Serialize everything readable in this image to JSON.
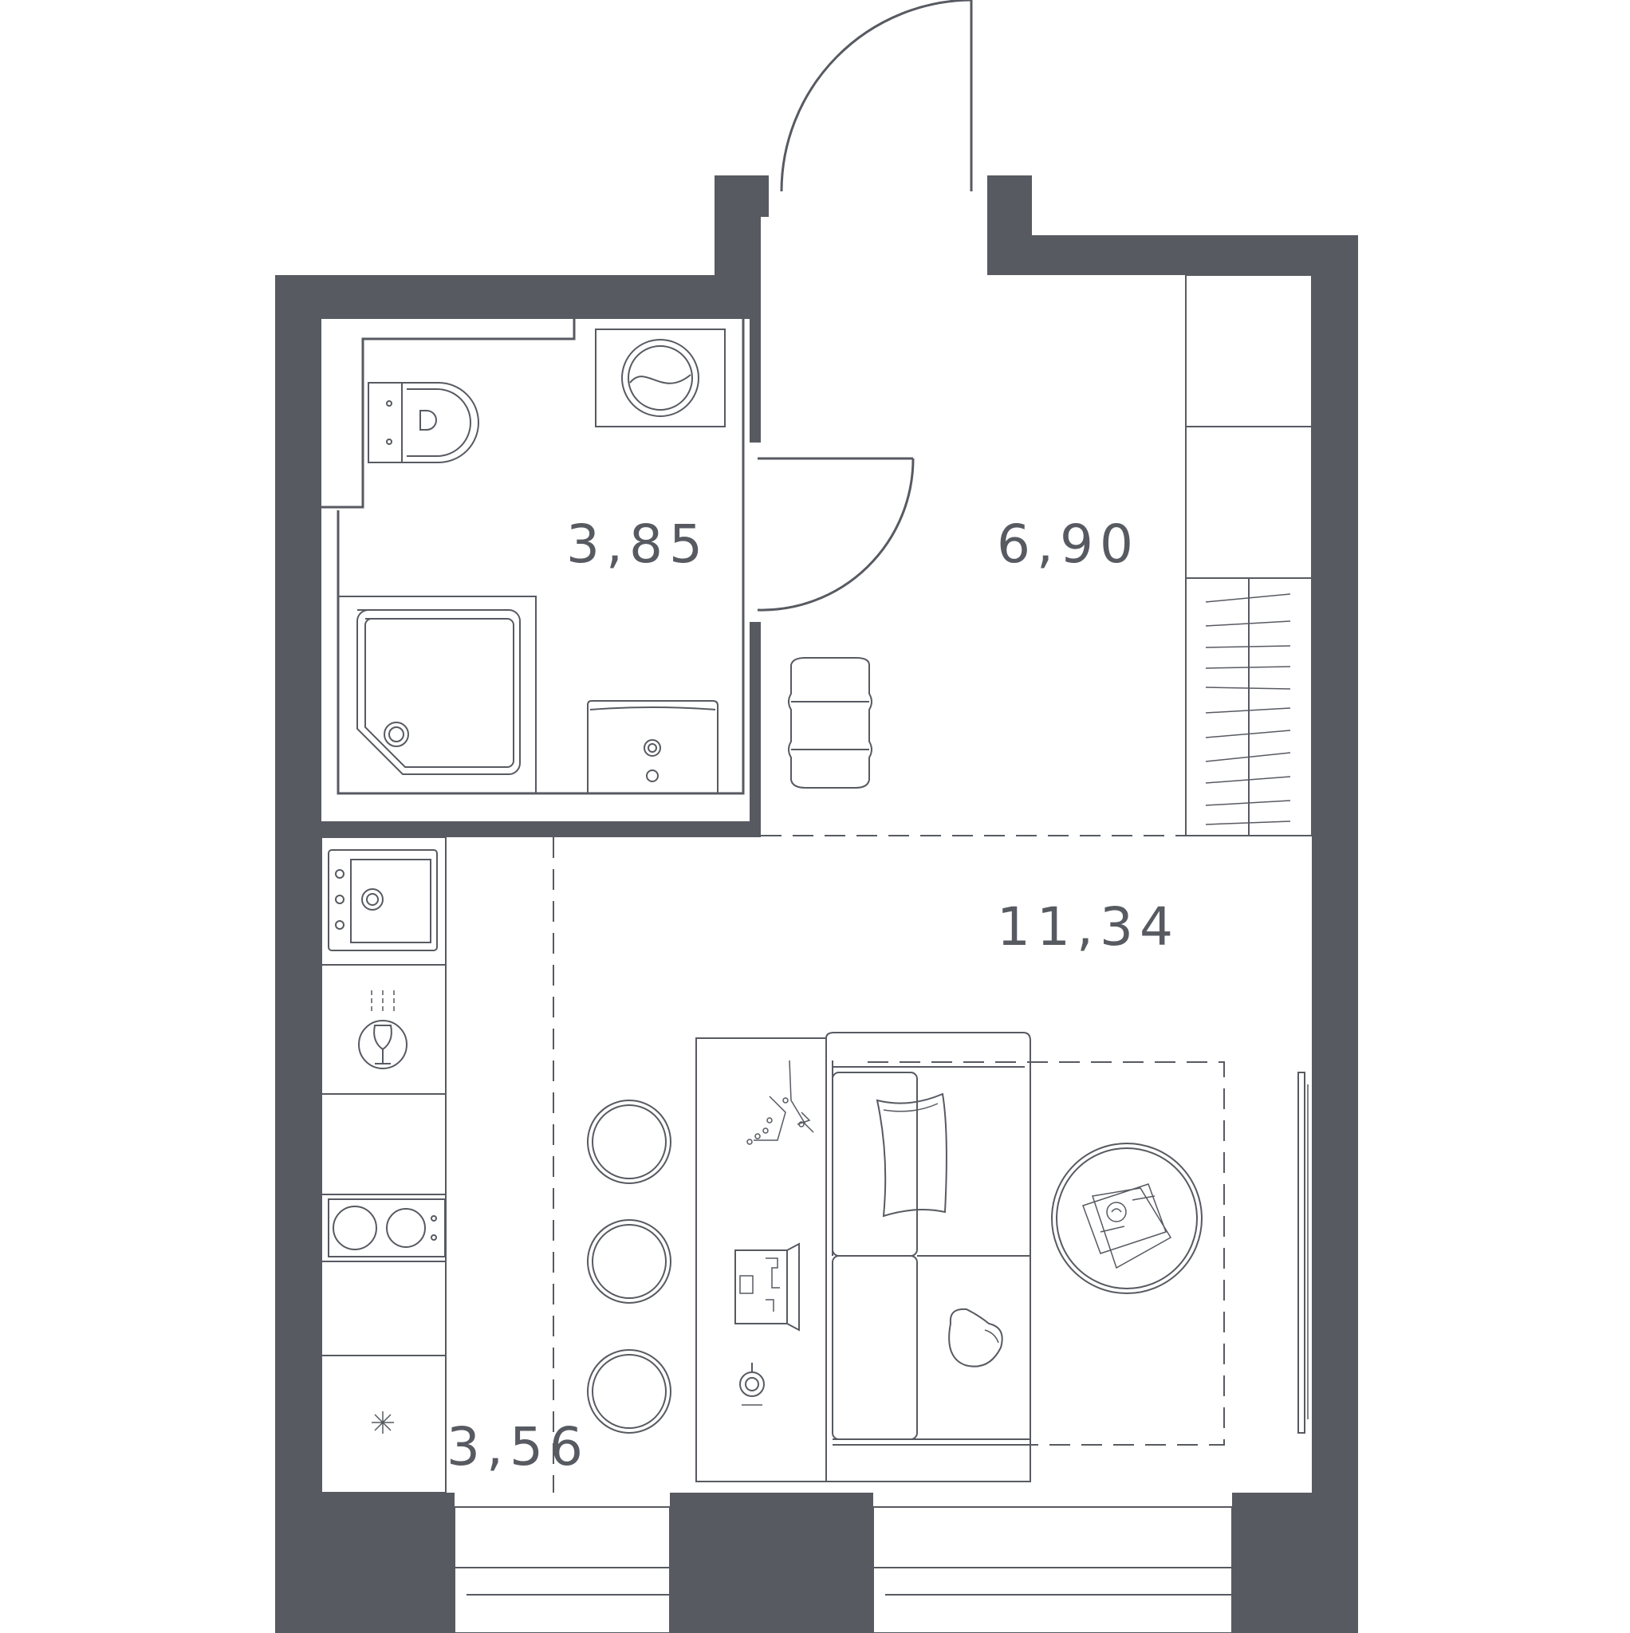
{
  "rooms": {
    "bathroom_area": "3,85",
    "hallway_area": "6,90",
    "living_area": "11,34",
    "kitchen_area": "3,56"
  },
  "colors": {
    "wall": "#575a61",
    "background": "#ffffff"
  }
}
